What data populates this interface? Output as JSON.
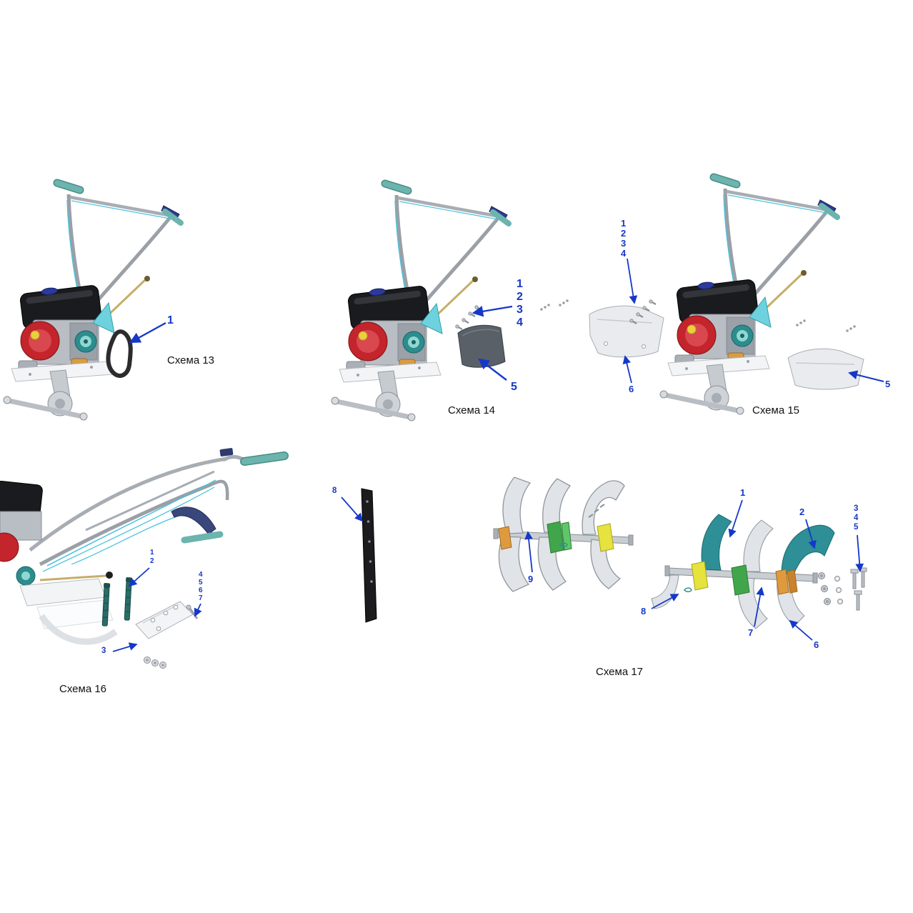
{
  "colors": {
    "callout": "#1638c8",
    "label": "#111111",
    "arrow": "#1638c8"
  },
  "schemes": {
    "s13": {
      "label": "Схема 13",
      "callouts": {
        "c1": "1"
      }
    },
    "s14": {
      "label": "Схема 14",
      "callouts": {
        "c1": "1",
        "c2": "2",
        "c3": "3",
        "c4": "4",
        "c5": "5"
      }
    },
    "s15": {
      "label": "Схема 15",
      "callouts": {
        "c1": "1",
        "c2": "2",
        "c3": "3",
        "c4": "4",
        "c5": "5",
        "c6": "6"
      }
    },
    "s16": {
      "label": "Схема 16",
      "callouts": {
        "c1": "1",
        "c2": "2",
        "c3": "3",
        "c4": "4",
        "c5": "5",
        "c6": "6",
        "c7": "7"
      }
    },
    "s17": {
      "label": "Схема 17",
      "callouts": {
        "c1": "1",
        "c2": "2",
        "c3": "3",
        "c4": "4",
        "c5": "5",
        "c6": "6",
        "c7": "7",
        "c8": "8",
        "c8b": "8",
        "c9": "9"
      }
    }
  }
}
